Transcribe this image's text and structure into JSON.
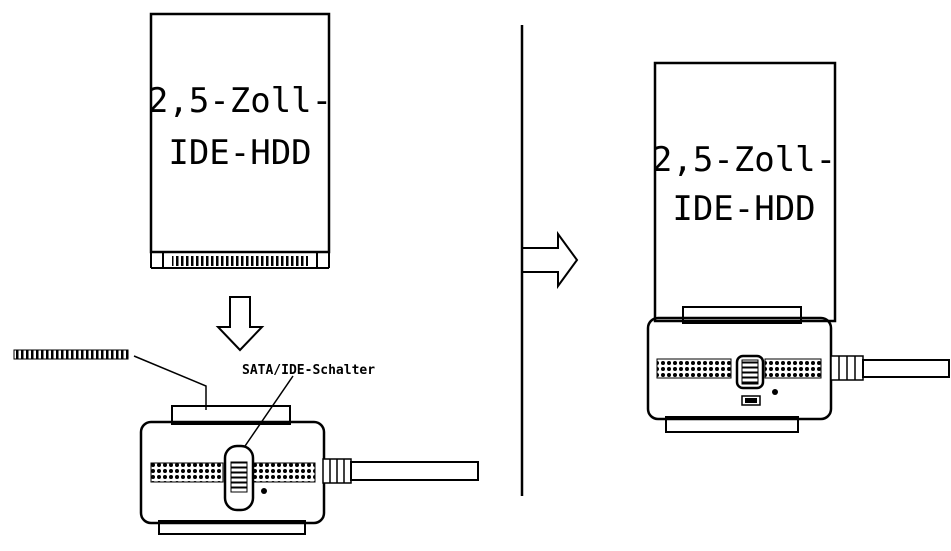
{
  "left_panel": {
    "hdd_label_line1": "2,5-Zoll-",
    "hdd_label_line2": "IDE-HDD",
    "switch_callout": "SATA/IDE-Schalter"
  },
  "right_panel": {
    "hdd_label_line1": "2,5-Zoll-",
    "hdd_label_line2": "IDE-HDD"
  }
}
